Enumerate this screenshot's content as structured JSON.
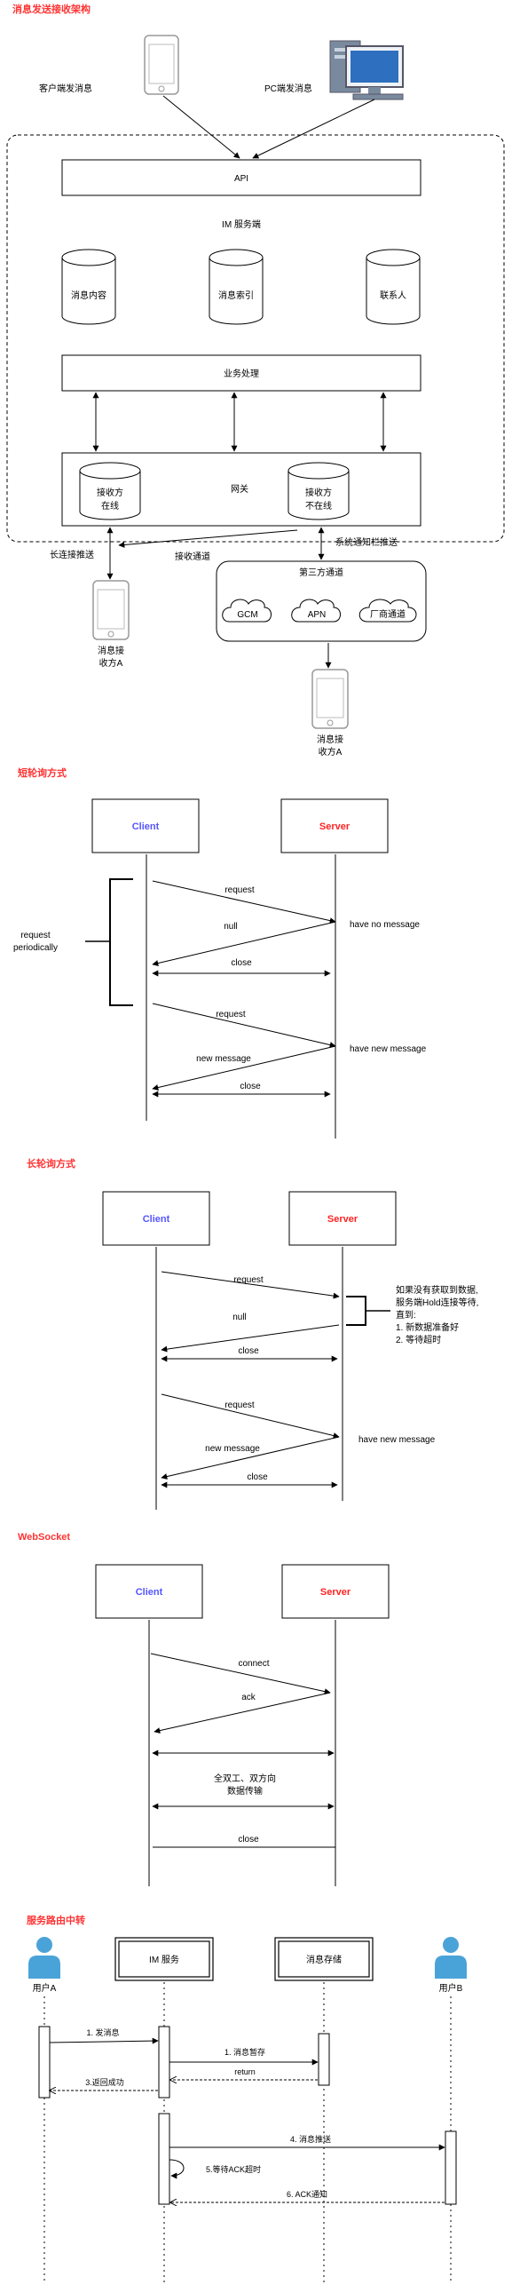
{
  "arch": {
    "title": "消息发送接收架构",
    "client_send": "客户端发消息",
    "pc_send": "PC端发消息",
    "api": "API",
    "im_server": "IM 服务端",
    "db_content": "消息内容",
    "db_index": "消息索引",
    "db_contacts": "联系人",
    "business": "业务处理",
    "gateway": "网关",
    "recv_online_1": "接收方",
    "recv_online_2": "在线",
    "recv_offline_1": "接收方",
    "recv_offline_2": "不在线",
    "long_push": "长连接推送",
    "recv_channel": "接收通道",
    "sys_push": "系统通知栏推送",
    "third_party": "第三方通道",
    "gcm": "GCM",
    "apn": "APN",
    "vendor": "厂商通道",
    "recv_a_1": "消息接",
    "recv_a_2": "收方A",
    "recv_b_1": "消息接",
    "recv_b_2": "收方A"
  },
  "short_poll": {
    "title": "短轮询方式",
    "client": "Client",
    "server": "Server",
    "request": "request",
    "null": "null",
    "close": "close",
    "request2": "request",
    "new_message": "new message",
    "close2": "close",
    "have_no_message": "have no message",
    "have_new_message": "have new message",
    "periodic_1": "request",
    "periodic_2": "periodically"
  },
  "long_poll": {
    "title": "长轮询方式",
    "client": "Client",
    "server": "Server",
    "request": "request",
    "null": "null",
    "close": "close",
    "request2": "request",
    "new_message": "new message",
    "close2": "close",
    "have_new_message": "have new message",
    "note_1": "如果没有获取到数据,",
    "note_2": "服务端Hold连接等待,",
    "note_3": "直到:",
    "note_4": "1. 新数据准备好",
    "note_5": "2. 等待超时"
  },
  "websocket": {
    "title": "WebSocket",
    "client": "Client",
    "server": "Server",
    "connect": "connect",
    "ack": "ack",
    "duplex_1": "全双工、双方向",
    "duplex_2": "数据传输",
    "close": "close"
  },
  "routing": {
    "title": "服务路由中转",
    "user_a": "用户A",
    "user_b": "用户B",
    "im_service": "IM 服务",
    "msg_store": "消息存储",
    "step1": "1. 发消息",
    "step2": "1. 消息暂存",
    "ret": "return",
    "step3": "3.返回成功",
    "step4": "4. 消息推送",
    "step5": "5.等待ACK超时",
    "step6": "6. ACK通知"
  },
  "colors": {
    "title_red": "#ff3333",
    "client_blue": "#5555ff",
    "server_red": "#ff2222",
    "user_icon": "#4aa3d8"
  }
}
